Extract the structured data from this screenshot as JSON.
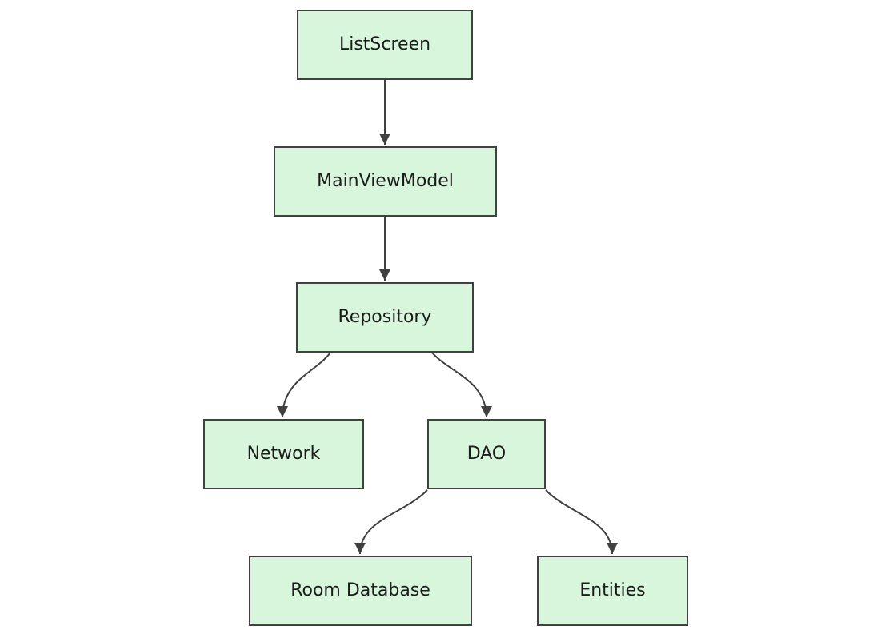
{
  "diagram": {
    "type": "flowchart",
    "direction": "top-down",
    "colors": {
      "background": "#ffffff",
      "node_fill": "#d7f6db",
      "node_border": "#404040",
      "edge_color": "#404040",
      "text_color": "#1b1b1b"
    },
    "nodes": {
      "listscreen": {
        "label": "ListScreen"
      },
      "mainviewmodel": {
        "label": "MainViewModel"
      },
      "repository": {
        "label": "Repository"
      },
      "network": {
        "label": "Network"
      },
      "dao": {
        "label": "DAO"
      },
      "roomdatabase": {
        "label": "Room Database"
      },
      "entities": {
        "label": "Entities"
      }
    },
    "edges": [
      {
        "from": "ListScreen",
        "to": "MainViewModel",
        "arrow": "filled-triangle"
      },
      {
        "from": "MainViewModel",
        "to": "Repository",
        "arrow": "filled-triangle"
      },
      {
        "from": "Repository",
        "to": "Network",
        "arrow": "filled-triangle"
      },
      {
        "from": "Repository",
        "to": "DAO",
        "arrow": "filled-triangle"
      },
      {
        "from": "DAO",
        "to": "Room Database",
        "arrow": "filled-triangle"
      },
      {
        "from": "DAO",
        "to": "Entities",
        "arrow": "filled-triangle"
      }
    ]
  }
}
